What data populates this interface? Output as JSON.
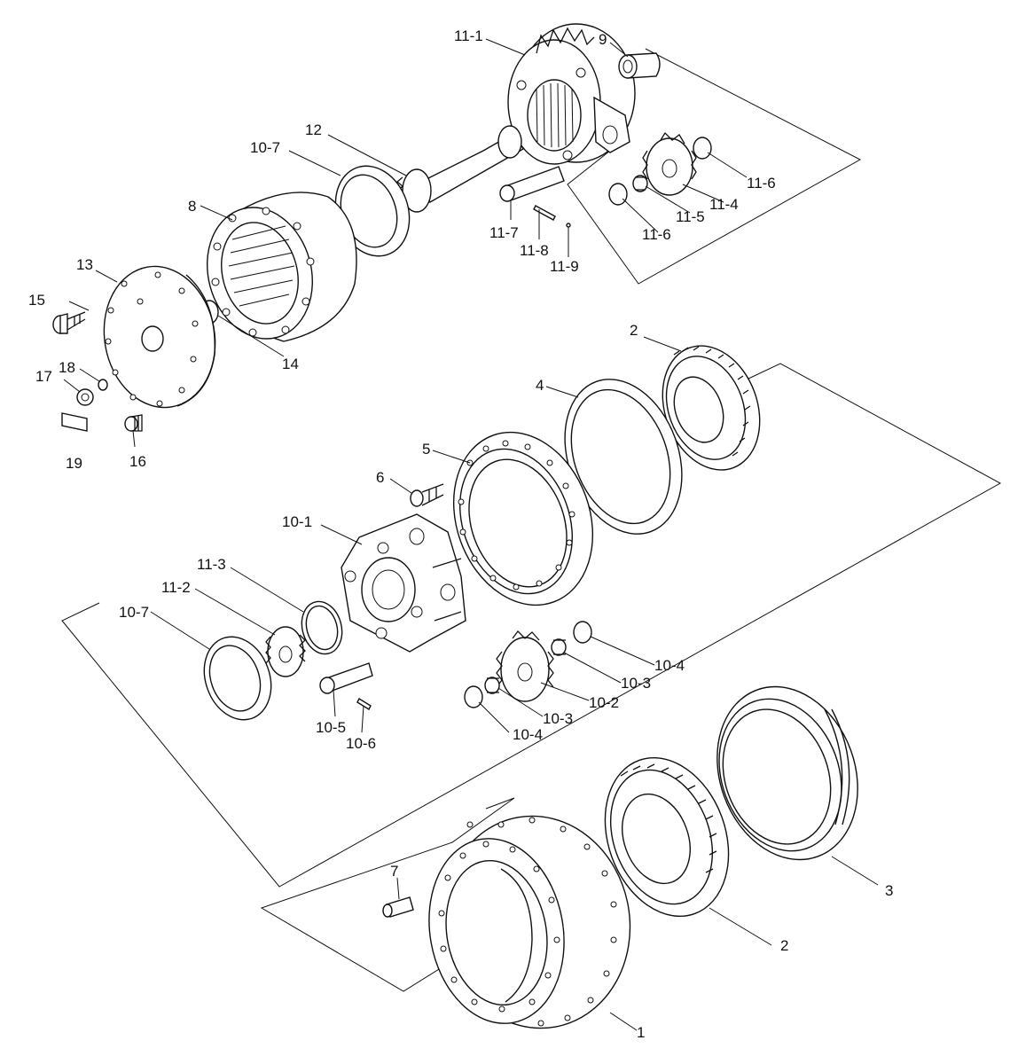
{
  "diagram": {
    "labels": {
      "p11_1": "11-1",
      "p9": "9",
      "p12": "12",
      "p10_7_top": "10-7",
      "p8": "8",
      "p13": "13",
      "p15": "15",
      "p18": "18",
      "p17": "17",
      "p19": "19",
      "p16": "16",
      "p14": "14",
      "p11_7": "11-7",
      "p11_8": "11-8",
      "p11_9": "11-9",
      "p11_6_a": "11-6",
      "p11_4": "11-4",
      "p11_5": "11-5",
      "p11_6_b": "11-6",
      "p2_top": "2",
      "p4": "4",
      "p5": "5",
      "p6": "6",
      "p10_1": "10-1",
      "p11_3": "11-3",
      "p11_2": "11-2",
      "p10_7_mid": "10-7",
      "p10_5": "10-5",
      "p10_6": "10-6",
      "p10_4_a": "10-4",
      "p10_3_a": "10-3",
      "p10_2": "10-2",
      "p10_3_b": "10-3",
      "p10_4_b": "10-4",
      "p7": "7",
      "p3": "3",
      "p2_bot": "2",
      "p1": "1"
    }
  }
}
